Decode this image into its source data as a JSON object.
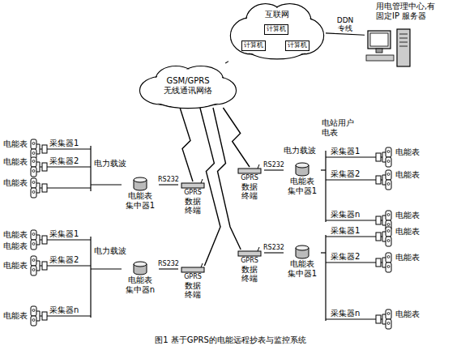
{
  "diagram": {
    "caption": "图1 基于GPRS的电能远程抄表与监控系统",
    "nodes": [
      {
        "text": [
          "互联网"
        ]
      },
      {
        "text": [
          "计算机"
        ],
        "in": 0
      },
      {
        "text": [
          "计算机"
        ],
        "in": 0
      },
      {
        "text": [
          "计算机"
        ],
        "in": 0
      },
      {
        "text": [
          "用电管理中心,有 固定IP 服务器"
        ]
      },
      {
        "text": [
          "GSM/GPRS 无线通讯网络"
        ]
      },
      {
        "text": [
          "电能表 集中器1"
        ]
      },
      {
        "text": [
          "GPRS",
          "数据 终端"
        ]
      },
      {
        "text": [
          "GPRS",
          "数据 终端"
        ]
      },
      {
        "text": [
          "电能表 集中器1"
        ]
      },
      {
        "text": [
          "电能表 集中器n"
        ]
      },
      {
        "text": [
          "GPRS",
          "数据 终端"
        ]
      },
      {
        "text": [
          "GPRS",
          "数据 终端"
        ]
      },
      {
        "text": [
          "电能表 集中器1"
        ]
      }
    ],
    "edges": [
      {
        "from": 1,
        "to": 2,
        "arrow": "none"
      },
      {
        "from": 1,
        "to": 3,
        "arrow": "none"
      },
      {
        "from": 2,
        "to": 3,
        "arrow": "none"
      },
      {
        "from": 5,
        "to": 0,
        "arrow": "none"
      },
      {
        "from": 0,
        "to": 4,
        "label": "DDN 专线",
        "arrow": "none"
      },
      {
        "from": 6,
        "to": 7,
        "label": "RS232",
        "arrow": "none"
      },
      {
        "from": 9,
        "to": 8,
        "label": "RS232",
        "arrow": "none"
      },
      {
        "from": 10,
        "to": 11,
        "label": "RS232",
        "arrow": "none"
      },
      {
        "from": 13,
        "to": 12,
        "label": "RS232",
        "arrow": "none"
      },
      {
        "from": 7,
        "to": 5,
        "arrow": "none"
      },
      {
        "from": 8,
        "to": 5,
        "arrow": "none"
      },
      {
        "from": 11,
        "to": 5,
        "arrow": "none"
      },
      {
        "from": 12,
        "to": 5,
        "arrow": "none"
      }
    ],
    "labels": [
      "电能表",
      "电能表",
      "电能表",
      "采集器1",
      "采集器2",
      "电力载波",
      "电能表",
      "电能表",
      "电能表",
      "电能表",
      "采集器1",
      "采集器2",
      "采集器n",
      "电力载波",
      "电站用户 电表",
      "采集器1",
      "采集器2",
      "采集器n",
      "电能表",
      "电能表",
      "电能表",
      "电力载波",
      "采集器1",
      "采集器2",
      "采集器n",
      "电能表",
      "电能表",
      "电能表"
    ]
  }
}
